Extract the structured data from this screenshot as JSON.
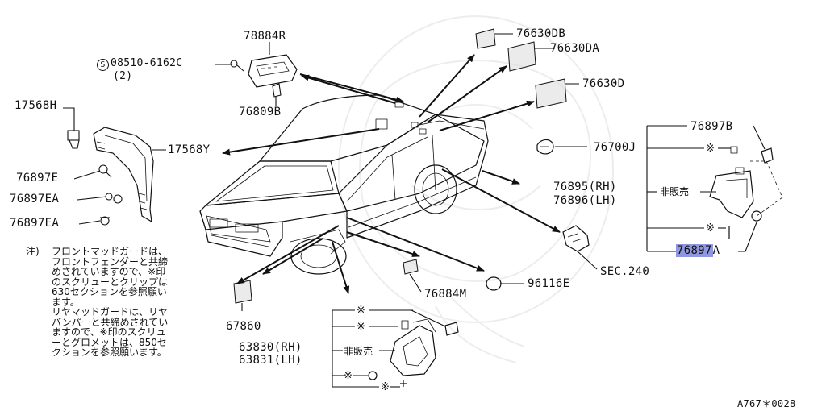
{
  "parts": {
    "p78884R": "78884R",
    "p08510_num": "08510-6162C",
    "p08510_circle": "S",
    "p08510_qty": "(2)",
    "p76809B": "76809B",
    "p17568H": "17568H",
    "p17568Y": "17568Y",
    "p76897E": "76897E",
    "p76897EA_1": "76897EA",
    "p76897EA_2": "76897EA",
    "p76630DB": "76630DB",
    "p76630DA": "76630DA",
    "p76630D": "76630D",
    "p76700J": "76700J",
    "p76897B": "76897B",
    "p76895": "76895(RH)",
    "p76896": "76896(LH)",
    "p76897A_main": "76897",
    "p76897A_suffix": "A",
    "pSEC240": "SEC.240",
    "p96116E": "96116E",
    "p76884M": "76884M",
    "p67860": "67860",
    "p63830": "63830(RH)",
    "p63831": "63831(LH)"
  },
  "labels": {
    "not_for_sale_1": "非販売",
    "not_for_sale_2": "非販売",
    "asterisk": "※",
    "figure_code": "A767＊0028"
  },
  "note": {
    "prefix": "注)",
    "lines": [
      "フロントマッドガードは、",
      "フロントフェンダーと共締",
      "めされていますので、※印",
      "のスクリューとクリップは",
      "630セクションを参照願い",
      "ます。",
      "リヤマッドガードは、リヤ",
      "バンパーと共締めされてい",
      "ますので、※印のスクリュ",
      "ーとグロメットは、850セ",
      "クションを参照願います。"
    ]
  }
}
